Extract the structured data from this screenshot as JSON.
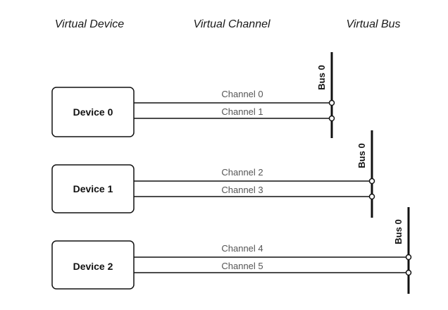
{
  "headers": {
    "device": "Virtual Device",
    "channel": "Virtual Channel",
    "bus": "Virtual Bus"
  },
  "devices": [
    {
      "label": "Device 0",
      "channels": [
        "Channel 0",
        "Channel 1"
      ],
      "bus": "Bus 0"
    },
    {
      "label": "Device 1",
      "channels": [
        "Channel 2",
        "Channel 3"
      ],
      "bus": "Bus 0"
    },
    {
      "label": "Device 2",
      "channels": [
        "Channel 4",
        "Channel 5"
      ],
      "bus": "Bus 0"
    }
  ]
}
